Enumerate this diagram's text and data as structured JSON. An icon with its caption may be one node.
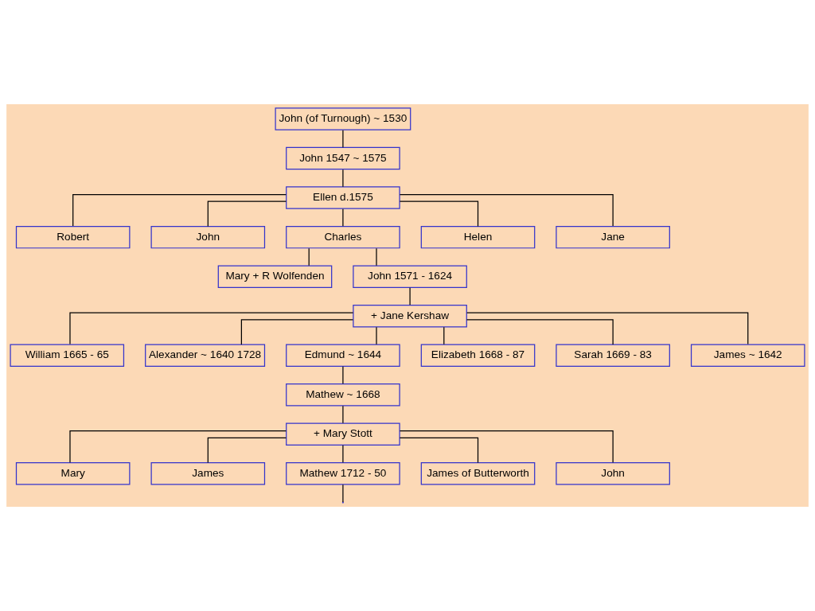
{
  "diagram": {
    "nodes": [
      {
        "text": [
          "John (of Turnough) ~ 1530"
        ]
      },
      {
        "text": [
          "John 1547 ~ 1575"
        ]
      },
      {
        "text": [
          "Ellen d.1575"
        ]
      },
      {
        "text": [
          "Robert"
        ]
      },
      {
        "text": [
          "John"
        ]
      },
      {
        "text": [
          "Charles"
        ]
      },
      {
        "text": [
          "Helen"
        ]
      },
      {
        "text": [
          "Jane"
        ]
      },
      {
        "text": [
          "Mary + R Wolfenden"
        ]
      },
      {
        "text": [
          "John 1571 - 1624"
        ]
      },
      {
        "text": [
          "+ Jane Kershaw"
        ]
      },
      {
        "text": [
          "William 1665 - 65"
        ]
      },
      {
        "text": [
          "Alexander ~ 1640 1728"
        ]
      },
      {
        "text": [
          "Edmund ~ 1644"
        ]
      },
      {
        "text": [
          "Elizabeth 1668 - 87"
        ]
      },
      {
        "text": [
          "Sarah 1669 - 83"
        ]
      },
      {
        "text": [
          "James ~ 1642"
        ]
      },
      {
        "text": [
          "Mathew ~ 1668"
        ]
      },
      {
        "text": [
          "+ Mary Stott"
        ]
      },
      {
        "text": [
          "Mary"
        ]
      },
      {
        "text": [
          "James"
        ]
      },
      {
        "text": [
          "Mathew 1712 - 50"
        ]
      },
      {
        "text": [
          "James of Butterworth"
        ]
      },
      {
        "text": [
          "John"
        ]
      }
    ],
    "edges": [
      {
        "from": 0,
        "to": 1,
        "arrow": "none"
      },
      {
        "from": 1,
        "to": 2,
        "arrow": "none"
      },
      {
        "from": 2,
        "to": 3,
        "arrow": "none"
      },
      {
        "from": 2,
        "to": 4,
        "arrow": "none"
      },
      {
        "from": 2,
        "to": 5,
        "arrow": "none"
      },
      {
        "from": 2,
        "to": 6,
        "arrow": "none"
      },
      {
        "from": 2,
        "to": 7,
        "arrow": "none"
      },
      {
        "from": 5,
        "to": 8,
        "arrow": "none"
      },
      {
        "from": 5,
        "to": 9,
        "arrow": "none"
      },
      {
        "from": 9,
        "to": 10,
        "arrow": "none"
      },
      {
        "from": 10,
        "to": 11,
        "arrow": "none"
      },
      {
        "from": 10,
        "to": 12,
        "arrow": "none"
      },
      {
        "from": 10,
        "to": 13,
        "arrow": "none"
      },
      {
        "from": 10,
        "to": 14,
        "arrow": "none"
      },
      {
        "from": 10,
        "to": 15,
        "arrow": "none"
      },
      {
        "from": 10,
        "to": 16,
        "arrow": "none"
      },
      {
        "from": 13,
        "to": 17,
        "arrow": "none"
      },
      {
        "from": 17,
        "to": 18,
        "arrow": "none"
      },
      {
        "from": 18,
        "to": 19,
        "arrow": "none"
      },
      {
        "from": 18,
        "to": 20,
        "arrow": "none"
      },
      {
        "from": 18,
        "to": 21,
        "arrow": "none"
      },
      {
        "from": 18,
        "to": 22,
        "arrow": "none"
      },
      {
        "from": 18,
        "to": 23,
        "arrow": "none"
      },
      {
        "from": 21,
        "to": null,
        "arrow": "none"
      }
    ]
  }
}
